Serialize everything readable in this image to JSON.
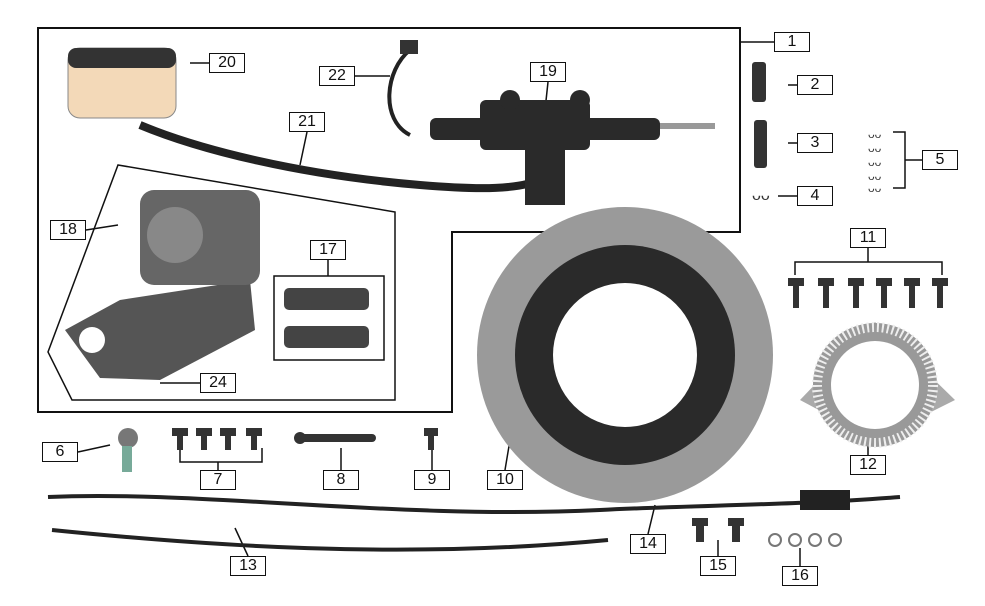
{
  "labels": {
    "p1": "1",
    "p2": "2",
    "p3": "3",
    "p4": "4",
    "p5": "5",
    "p6": "6",
    "p7": "7",
    "p8": "8",
    "p9": "9",
    "p10": "10",
    "p11": "11",
    "p12": "12",
    "p13": "13",
    "p14": "14",
    "p15": "15",
    "p16": "16",
    "p17": "17",
    "p18": "18",
    "p19": "19",
    "p20": "20",
    "p21": "21",
    "p22": "22",
    "p24": "24"
  },
  "colors": {
    "line": "#111111",
    "part_dark": "#2a2a2a",
    "part_mid": "#777777",
    "part_light": "#bdbdbd",
    "reservoir": "#f3d9b8"
  }
}
